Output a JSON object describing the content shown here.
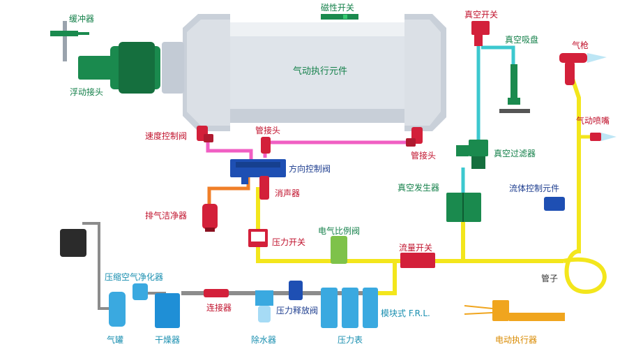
{
  "labels": {
    "buffer": "缓冲器",
    "floating_joint": "浮动接头",
    "magnetic_switch": "磁性开关",
    "pneumatic_actuator": "气动执行元件",
    "vacuum_switch": "真空开关",
    "vacuum_cup": "真空吸盘",
    "air_gun": "气枪",
    "pneumatic_nozzle": "气动喷嘴",
    "speed_valve": "速度控制阀",
    "fitting_left": "管接头",
    "fitting_right": "管接头",
    "directional_valve": "方向控制阀",
    "vacuum_filter": "真空过滤器",
    "silencer": "消声器",
    "vacuum_generator": "真空发生器",
    "exhaust_cleaner": "排气洁净器",
    "fluid_control": "流体控制元件",
    "pressure_switch": "压力开关",
    "proportional_valve": "电气比例阀",
    "flow_switch": "流量开关",
    "air_purifier": "压缩空气净化器",
    "tube": "管子",
    "connector": "连接器",
    "relief_valve": "压力释放阀",
    "modular_frl": "模块式 F.R.L.",
    "tank": "气罐",
    "dryer": "干燥器",
    "drain": "除水器",
    "gauge": "压力表",
    "electric_actuator": "电动执行器"
  },
  "colors": {
    "green": "#1a8a4e",
    "red": "#d3203a",
    "blue": "#1e4fb3",
    "cyan": "#3cc8cf",
    "pink": "#f05fc3",
    "orange": "#f07f28",
    "yellow": "#f3e61c",
    "gray": "#8c8c8c",
    "light_blue": "#3aa9e0"
  }
}
